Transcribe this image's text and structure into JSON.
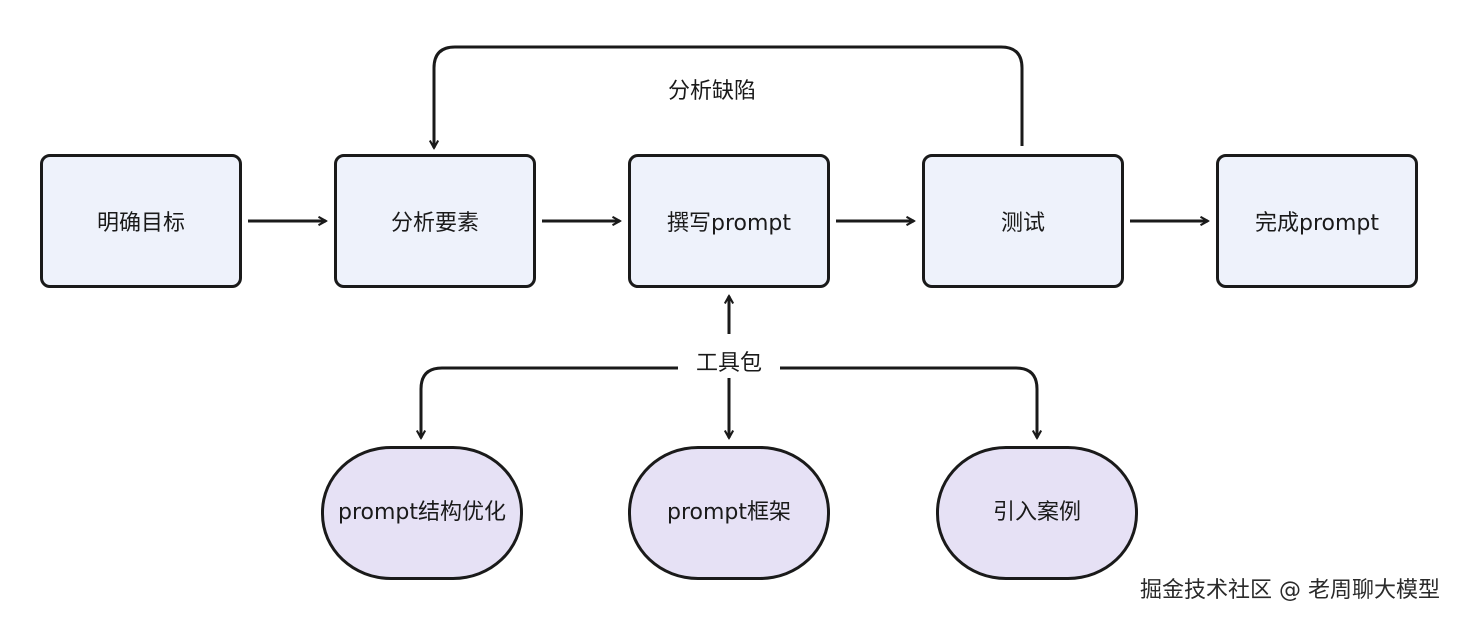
{
  "steps": [
    {
      "id": "step-1",
      "label": "明确目标"
    },
    {
      "id": "step-2",
      "label": "分析要素"
    },
    {
      "id": "step-3",
      "label": "撰写prompt"
    },
    {
      "id": "step-4",
      "label": "测试"
    },
    {
      "id": "step-5",
      "label": "完成prompt"
    }
  ],
  "feedback_label": "分析缺陷",
  "toolkit_label": "工具包",
  "tools": [
    {
      "id": "tool-1",
      "label": "prompt结构优化"
    },
    {
      "id": "tool-2",
      "label": "prompt框架"
    },
    {
      "id": "tool-3",
      "label": "引入案例"
    }
  ],
  "watermark": "掘金技术社区 @ 老周聊大模型",
  "colors": {
    "step_fill": "#eef2fb",
    "tool_fill": "#e6e1f5",
    "stroke": "#1a1a1a"
  }
}
